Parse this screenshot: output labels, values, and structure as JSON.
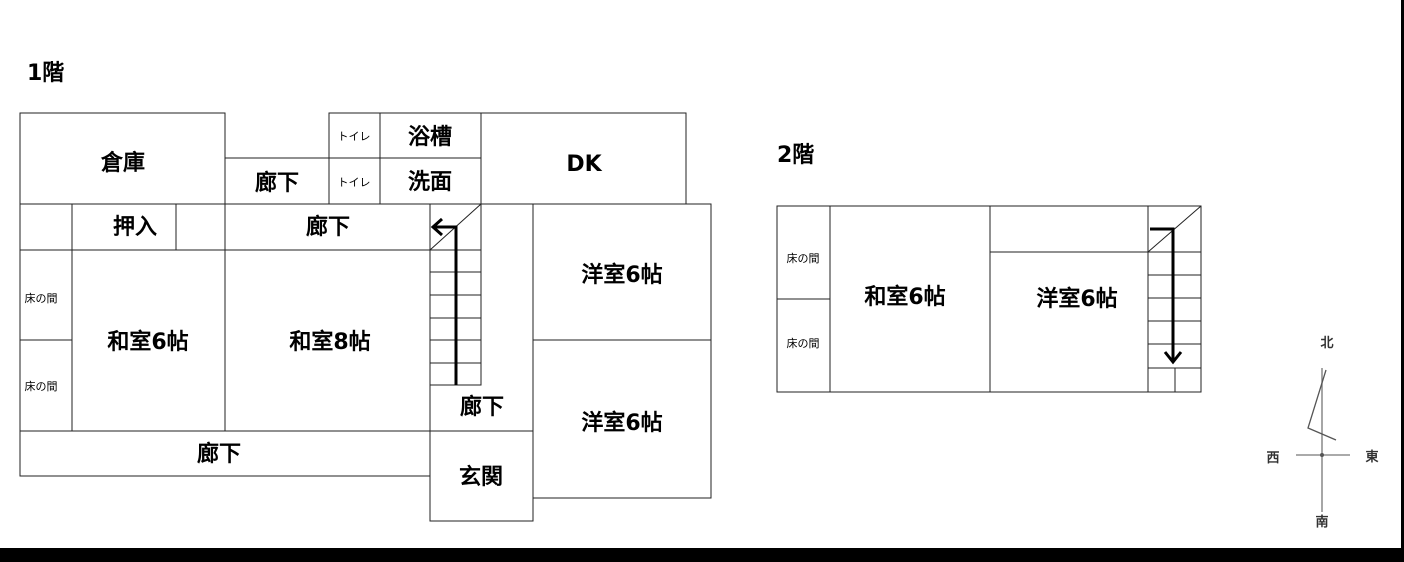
{
  "floor1": {
    "title": "1階",
    "rooms": {
      "storage": "倉庫",
      "toilet_upper": "トイレ",
      "toilet_lower": "トイレ",
      "bath": "浴槽",
      "washroom": "洗面",
      "dk": "DK",
      "hall_top": "廊下",
      "closet": "押入",
      "hall_mid": "廊下",
      "tokonoma_1": "床の間",
      "tokonoma_2": "床の間",
      "washitsu_6": "和室6帖",
      "washitsu_8": "和室8帖",
      "yoshitsu_6_upper": "洋室6帖",
      "yoshitsu_6_lower": "洋室6帖",
      "hall_stairs": "廊下",
      "hall_bottom": "廊下",
      "entrance": "玄関"
    }
  },
  "floor2": {
    "title": "2階",
    "rooms": {
      "tokonoma_1": "床の間",
      "tokonoma_2": "床の間",
      "washitsu_6": "和室6帖",
      "yoshitsu_6": "洋室6帖"
    }
  },
  "compass": {
    "north": "北",
    "south": "南",
    "east": "東",
    "west": "西"
  }
}
